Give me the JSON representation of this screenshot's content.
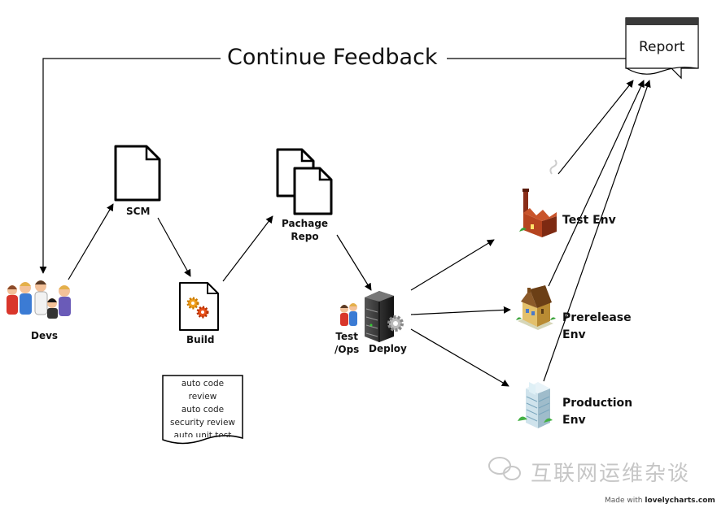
{
  "title": "Continue Feedback",
  "report": "Report",
  "nodes": {
    "devs": "Devs",
    "scm": "SCM",
    "build": "Build",
    "package_line1": "Pachage",
    "package_line2": "Repo",
    "testops_line1": "Test",
    "testops_line2": "/Ops",
    "deploy": "Deploy"
  },
  "envs": {
    "test": "Test Env",
    "prerelease_line1": "Prerelease",
    "prerelease_line2": "Env",
    "production_line1": "Production",
    "production_line2": "Env"
  },
  "build_note": [
    "auto code",
    "review",
    "auto code",
    "security review",
    "auto unit test"
  ],
  "watermark": "互联网运维杂谈",
  "footer": {
    "prefix": "Made with",
    "brand": "lovelycharts.com"
  }
}
